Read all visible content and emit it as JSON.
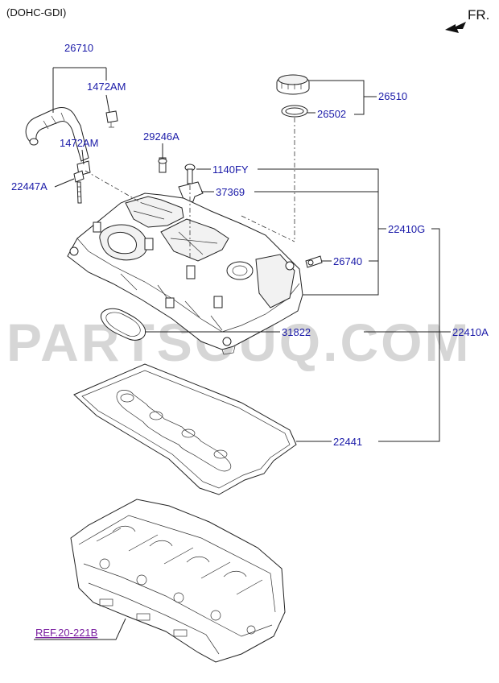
{
  "header": {
    "engine_label": "(DOHC-GDI)",
    "direction_label": "FR."
  },
  "watermark": "PARTSOUQ.COM",
  "callouts": {
    "c26710": "26710",
    "c1472AM_top": "1472AM",
    "c1472AM_mid": "1472AM",
    "c22447A": "22447A",
    "c29246A": "29246A",
    "c1140FY": "1140FY",
    "c37369": "37369",
    "c26502": "26502",
    "c26510": "26510",
    "c22410G": "22410G",
    "c26740": "26740",
    "c31822": "31822",
    "c22410A": "22410A",
    "c22441": "22441"
  },
  "reference_link": "REF.20-221B",
  "colors": {
    "callout": "#1a1aa8",
    "reference": "#7a1fa0",
    "watermark": "#d6d6d6",
    "line": "#222222"
  }
}
